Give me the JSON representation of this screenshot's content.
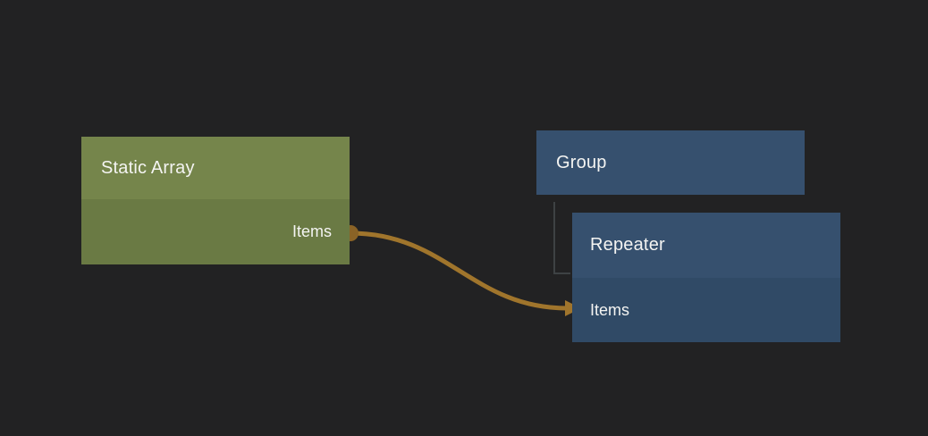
{
  "canvas": {
    "background": "#222223",
    "text_color": "#f4f4f2"
  },
  "colors": {
    "wire": "#a0752c",
    "wire_dot": "#8a6326",
    "hierarchy_line": "#3e4244",
    "static_array_header": "#75854b",
    "static_array_body": "#6a7a44",
    "group_header": "#36506e",
    "repeater_header": "#36506e",
    "repeater_body": "#304a66"
  },
  "nodes": {
    "static_array": {
      "title": "Static Array",
      "output_port": "Items"
    },
    "group": {
      "title": "Group"
    },
    "repeater": {
      "title": "Repeater",
      "input_port": "Items"
    }
  }
}
